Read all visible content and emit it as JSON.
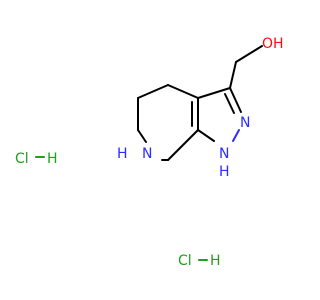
{
  "molecule": {
    "atoms": {
      "hydroxyl": "OH",
      "pyrazole_n2": "N",
      "pyrazole_n1h": "N",
      "pyrazole_n1h_hydrogen": "H",
      "piperidine_nh": "H",
      "piperidine_n": "N"
    },
    "salts": [
      {
        "cl": "Cl",
        "h": "H"
      },
      {
        "cl": "Cl",
        "h": "H"
      }
    ]
  },
  "colors": {
    "carbon_bond": "#000000",
    "nitrogen": "#2c2cff",
    "oxygen": "#ff0d0d",
    "chlorine": "#1fa01f",
    "background": "#ffffff"
  }
}
